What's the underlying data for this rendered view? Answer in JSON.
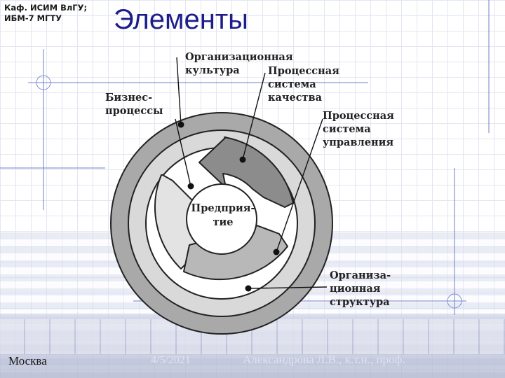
{
  "header": {
    "department_line1": "Каф. ИСИМ ВлГУ;",
    "department_line2": "ИБМ-7 МГТУ",
    "title": "Элементы"
  },
  "diagram": {
    "center": "Предприя-\nтие",
    "labels": {
      "org_culture": "Организационная\nкультура",
      "quality_system": "Процессная\nсистема\nкачества",
      "business_processes": "Бизнес-\nпроцессы",
      "management_system": "Процессная\nсистема\nуправления",
      "org_structure": "Организа-\nционная\nструктура"
    },
    "colors": {
      "outer_ring": "#a9a9a9",
      "middle_ring": "#d9d9d9",
      "arrow_dark": "#8c8c8c",
      "arrow_light": "#dedede",
      "arrow_mid": "#b8b8b8"
    }
  },
  "footer": {
    "city": "Москва",
    "date": "4/5/2021",
    "author": "Александрова Л.В., к.т.н., проф."
  }
}
